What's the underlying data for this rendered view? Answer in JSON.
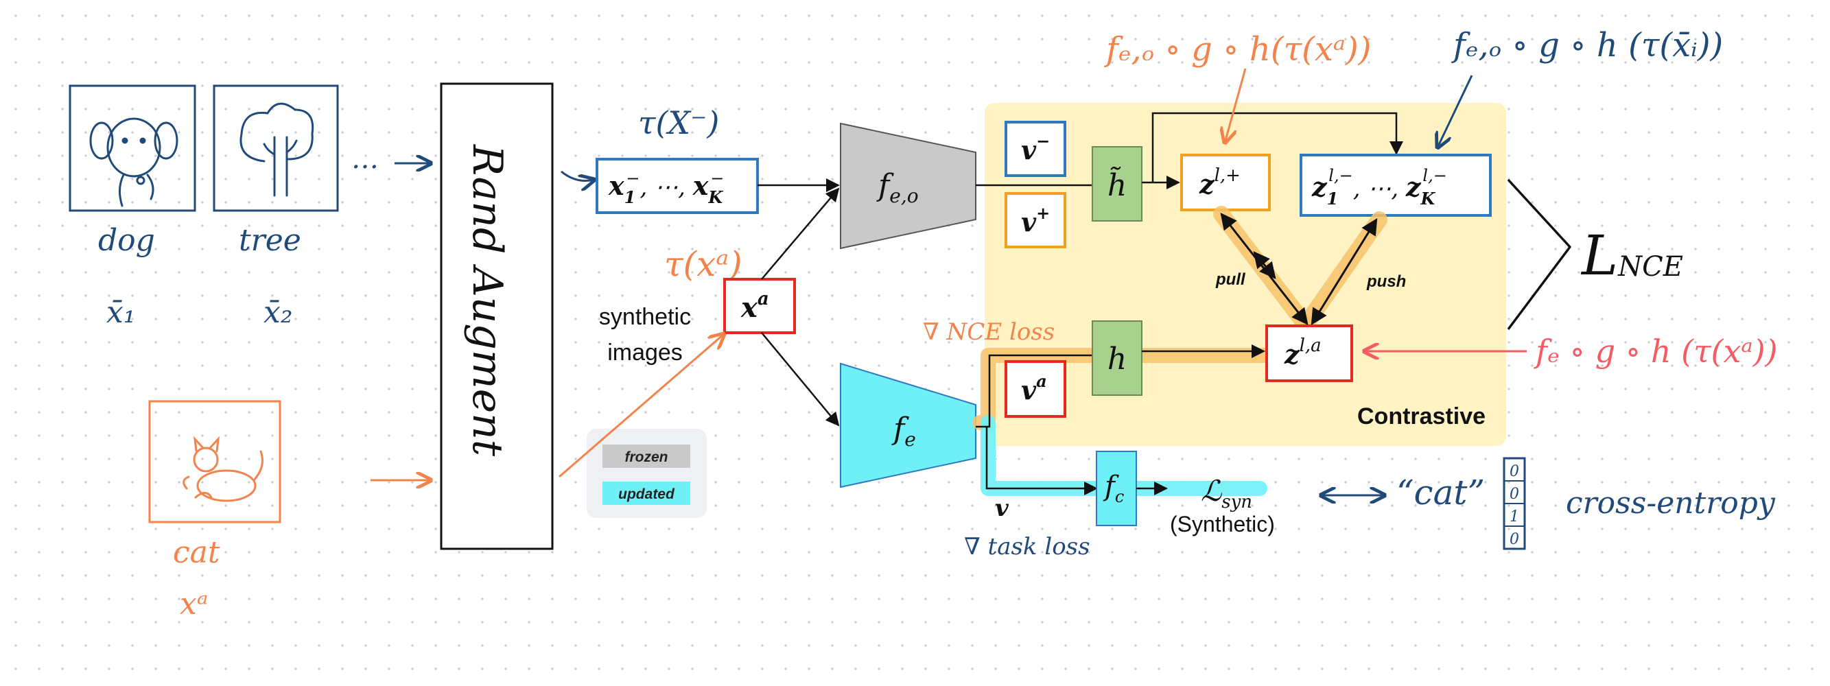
{
  "colors": {
    "navy": "#1f4a7a",
    "orange": "#f2834a",
    "red": "#e8281e",
    "salmon": "#f25c62",
    "blue_box": "#2f79c2",
    "frozen": "#c9c9c9",
    "updated": "#6ff0f7",
    "green_block": "#a9d18e",
    "contrastive_bg": "#fff3c4",
    "highlight": "#f7c26b"
  },
  "inputs": {
    "dog": {
      "label": "dog",
      "var": "x̄₁"
    },
    "tree": {
      "label": "tree",
      "var": "x̄₂"
    },
    "ellipsis": "…",
    "cat": {
      "label": "cat",
      "var": "xᵃ"
    }
  },
  "augment": {
    "label": "Rand Augment"
  },
  "negatives": {
    "annotation": "τ(X⁻)",
    "x_neg": "x",
    "sub1": "1",
    "subK": "K",
    "sup_minus": "−",
    "sep": ", ⋯, "
  },
  "anchor": {
    "annotation": "τ(xᵃ)",
    "x": "x",
    "sup": "a"
  },
  "synthetic_label": [
    "synthetic",
    "images"
  ],
  "encoders": {
    "f_eo": {
      "base": "f",
      "sub": "e,o"
    },
    "f_e": {
      "base": "f",
      "sub": "e"
    },
    "f_c": {
      "base": "f",
      "sub": "c"
    }
  },
  "vectors": {
    "v_minus": {
      "base": "v",
      "sup": "−"
    },
    "v_plus": {
      "base": "v",
      "sup": "+"
    },
    "v_a": {
      "base": "v",
      "sup": "a"
    },
    "v": "v"
  },
  "heads": {
    "h_tilde": "h̃",
    "h": "h"
  },
  "z": {
    "pos": {
      "base": "z",
      "sup": "l,+"
    },
    "neg": {
      "base": "z",
      "sup": "l,−",
      "sub1": "1",
      "subK": "K",
      "sep": ", ⋯, "
    },
    "anchor": {
      "base": "z",
      "sup": "l,a"
    }
  },
  "relations": {
    "pull": "pull",
    "push": "push"
  },
  "contrastive": {
    "title": "Contrastive"
  },
  "annotations": {
    "pos_formula": "fₑ,ₒ ∘ g ∘ h(τ(xᵃ))",
    "neg_formula": "fₑ,ₒ ∘ g ∘ h (τ(x̄ᵢ))",
    "anchor_formula": "fₑ ∘ g ∘ h (τ(xᵃ))",
    "nce_loss": "∇ NCE loss",
    "task_loss": "∇ task loss",
    "l_nce": "L",
    "l_nce_sub": "NCE",
    "cat_label": "“cat”",
    "cross_entropy": "cross-entropy",
    "onehot": [
      "0",
      "0",
      "1",
      "0"
    ]
  },
  "loss_syn": {
    "base": "ℒ",
    "sub": "syn",
    "caption": "(Synthetic)"
  },
  "legend": {
    "frozen": "frozen",
    "updated": "updated"
  }
}
